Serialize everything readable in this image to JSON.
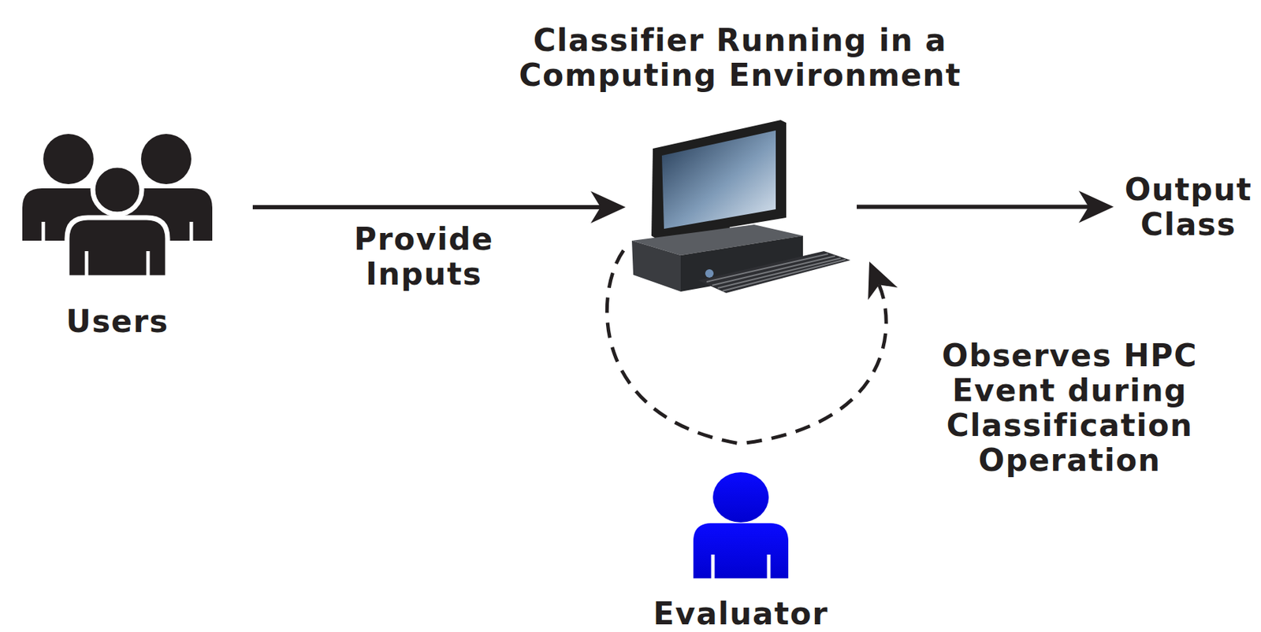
{
  "diagram": {
    "nodes": [
      {
        "text": [
          "Users"
        ]
      },
      {
        "text": [
          "Classifier Running in a Computing Environment"
        ]
      },
      {
        "text": [
          "Output Class"
        ]
      },
      {
        "text": [
          "Evaluator"
        ]
      }
    ],
    "edges": [
      {
        "from": 0,
        "to": 1,
        "arrow": "to",
        "label": "Provide Inputs"
      },
      {
        "from": 1,
        "to": 2,
        "arrow": "to"
      },
      {
        "from": 1,
        "to": 1,
        "arrow": "to",
        "label": "Observes HPC Event during Classification Operation"
      }
    ]
  }
}
